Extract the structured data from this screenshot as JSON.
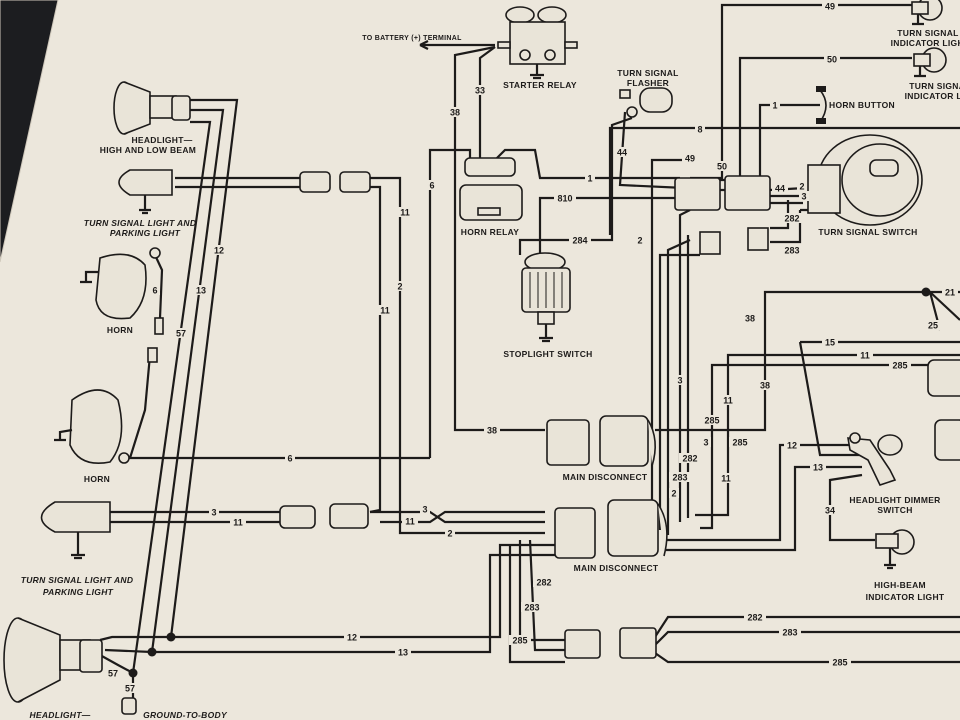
{
  "components": {
    "to_battery": "TO BATTERY (+) TERMINAL",
    "starter_relay": "STARTER RELAY",
    "turn_signal_flasher": [
      "TURN SIGNAL",
      "FLASHER"
    ],
    "horn_relay": "HORN RELAY",
    "stoplight_switch": "STOPLIGHT SWITCH",
    "turn_signal_indicator_top": [
      "TURN SIGNAL",
      "INDICATOR LIGHT"
    ],
    "turn_signal_indicator_second": [
      "TURN SIGNAL",
      "INDICATOR LIGHT"
    ],
    "horn_button": "HORN BUTTON",
    "turn_signal_switch": "TURN SIGNAL SWITCH",
    "headlight_top": [
      "HEADLIGHT—",
      "HIGH AND LOW BEAM"
    ],
    "turn_signal_parking_top": [
      "TURN SIGNAL LIGHT AND",
      "PARKING LIGHT"
    ],
    "horn_upper": "HORN",
    "horn_lower": "HORN",
    "main_disconnect_upper": "MAIN DISCONNECT",
    "main_disconnect_lower": "MAIN DISCONNECT",
    "headlight_dimmer_switch": [
      "HEADLIGHT DIMMER",
      "SWITCH"
    ],
    "high_beam_indicator": [
      "HIGH-BEAM",
      "INDICATOR LIGHT"
    ],
    "turn_signal_parking_bottom": [
      "TURN SIGNAL LIGHT AND",
      "PARKING LIGHT"
    ],
    "headlight_bottom": "HEADLIGHT—",
    "ground_to_body": "GROUND-TO-BODY"
  },
  "wire_labels": [
    "49",
    "50",
    "1",
    "8",
    "38",
    "33",
    "44",
    "1",
    "810",
    "284",
    "49",
    "50",
    "44",
    "2",
    "3",
    "282",
    "283",
    "2",
    "11",
    "6",
    "12",
    "13",
    "57",
    "6",
    "38",
    "2",
    "11",
    "6",
    "38",
    "3",
    "11",
    "3",
    "11",
    "2",
    "282",
    "283",
    "285",
    "3",
    "282",
    "283",
    "2",
    "11",
    "285",
    "12",
    "13",
    "57",
    "57",
    "282",
    "283",
    "285",
    "21",
    "25",
    "15",
    "11",
    "285",
    "12",
    "13",
    "34",
    "38",
    "11",
    "285",
    "3"
  ]
}
